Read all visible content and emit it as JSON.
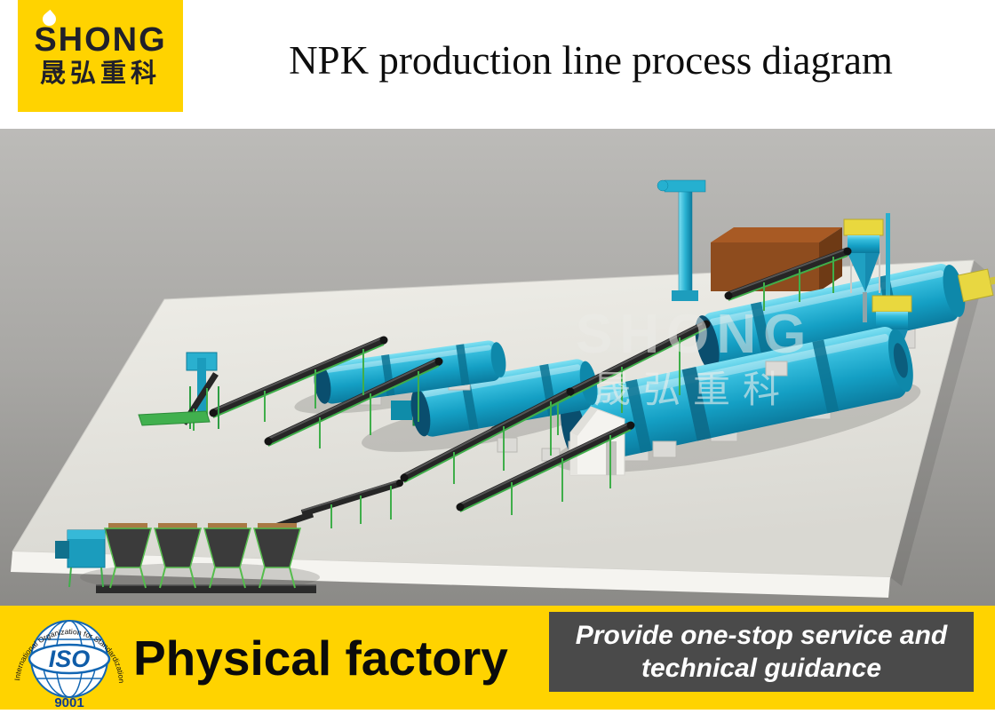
{
  "header": {
    "logo": {
      "brand": "SHONG",
      "brand_cn": "晟弘重科"
    },
    "title": "NPK production line process diagram"
  },
  "scene": {
    "watermark_line1": "SHONG",
    "watermark_line2": "晟弘重科"
  },
  "footer": {
    "iso_label": "ISO",
    "iso_number": "9001",
    "iso_arc_text": "International Organization for Standardization",
    "headline": "Physical factory",
    "service_line1": "Provide one-stop service and",
    "service_line2": "technical guidance"
  },
  "colors": {
    "accent_yellow": "#FFD300",
    "service_box_gray": "#4A4A4A",
    "drum_cyan": "#24AECF",
    "conveyor_green": "#3FAE4A",
    "iso_blue": "#1266B3",
    "platform_white": "#EDECE6",
    "ground_gray": "#A8A7A4",
    "storage_brown": "#8E4C1E"
  }
}
